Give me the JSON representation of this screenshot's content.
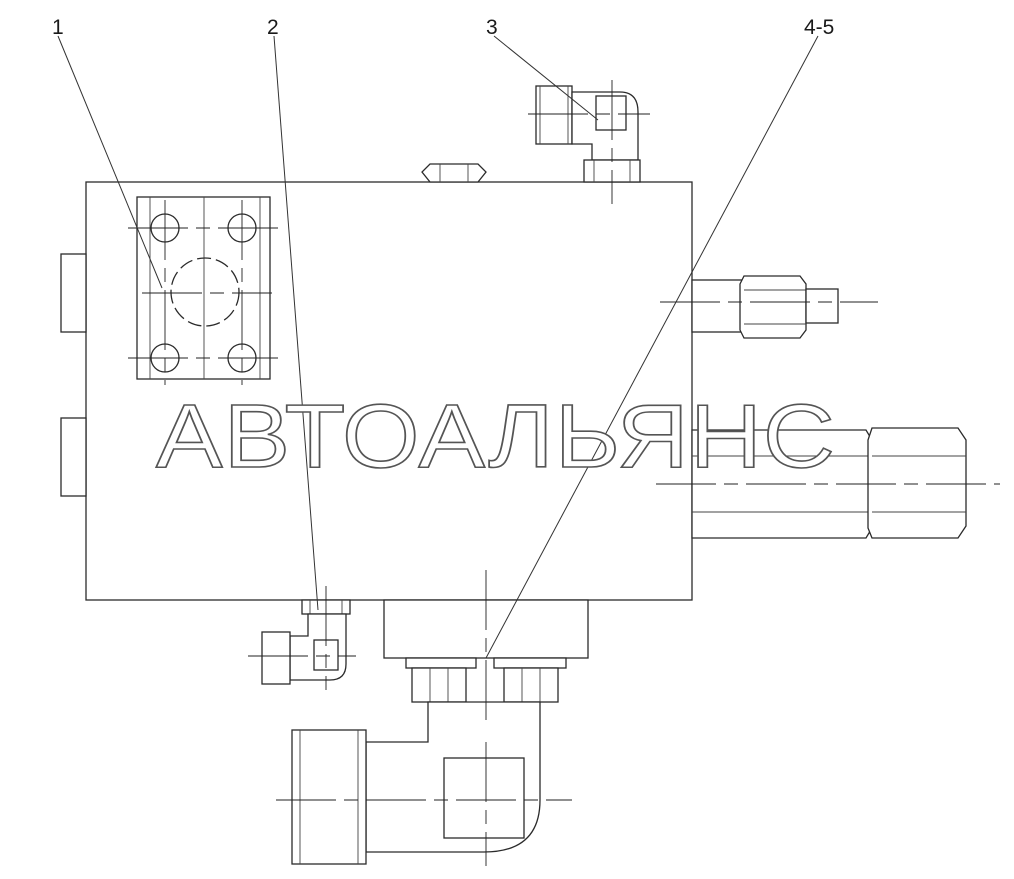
{
  "callouts": {
    "c1": "1",
    "c2": "2",
    "c3": "3",
    "c45": "4-5"
  },
  "watermark": "АВТОАЛЬЯНС",
  "colors": {
    "line": "#2b2b2b",
    "background": "#ffffff",
    "watermark_outline": "#555555"
  }
}
